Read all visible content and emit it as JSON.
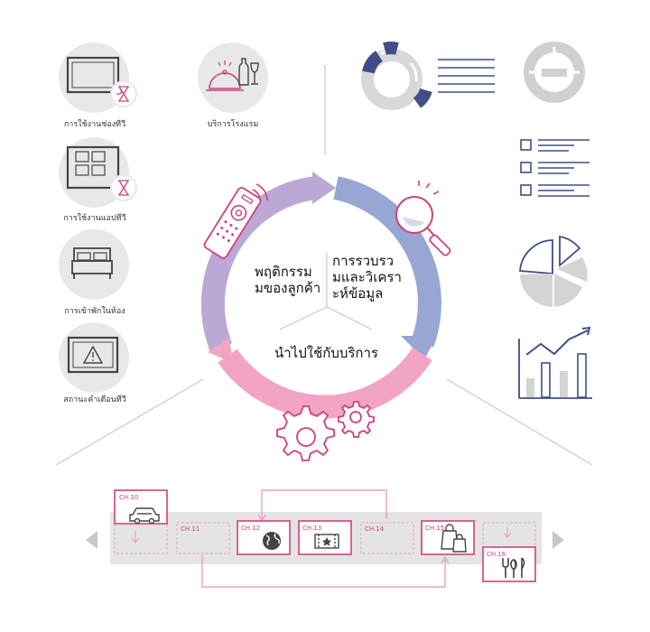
{
  "left_items": [
    {
      "label": "การใช้งานช่องทีวี",
      "icon": "tv-timer-icon"
    },
    {
      "label": "การใช้งานแอปทีวี",
      "icon": "tv-apps-timer-icon"
    },
    {
      "label": "การเข้าพักในห้อง",
      "icon": "bed-icon"
    },
    {
      "label": "สถานะคำเตือนทีวี",
      "icon": "tv-warning-icon"
    }
  ],
  "hotel_service": {
    "label": "บริการโรงแรม",
    "icon": "room-service-icon"
  },
  "cycle": {
    "behavior": "พฤติกรรม\nมของลูกค้า",
    "analysis": "การรวบรว\nมและวิเครา\nะห์ข้อมูล",
    "apply": "นำไปใช้กับบริการ"
  },
  "channels": [
    {
      "id": "ch10",
      "label": "CH.10",
      "icon": "car-icon"
    },
    {
      "id": "ch11",
      "label": "CH.11",
      "icon": ""
    },
    {
      "id": "ch12",
      "label": "CH.12",
      "icon": "globe-icon"
    },
    {
      "id": "ch13",
      "label": "CH.13",
      "icon": "ticket-icon"
    },
    {
      "id": "ch14",
      "label": "CH.14",
      "icon": ""
    },
    {
      "id": "ch15",
      "label": "CH.15",
      "icon": "shopping-bag-icon"
    },
    {
      "id": "ch16",
      "label": "CH.16",
      "icon": "cutlery-icon"
    }
  ],
  "colors": {
    "purple": "#bca8d4",
    "blue": "#98a6d3",
    "pink": "#f2a4c4",
    "navy": "#3f4f86",
    "magenta": "#d0417b",
    "gray": "#e8e8ea"
  }
}
